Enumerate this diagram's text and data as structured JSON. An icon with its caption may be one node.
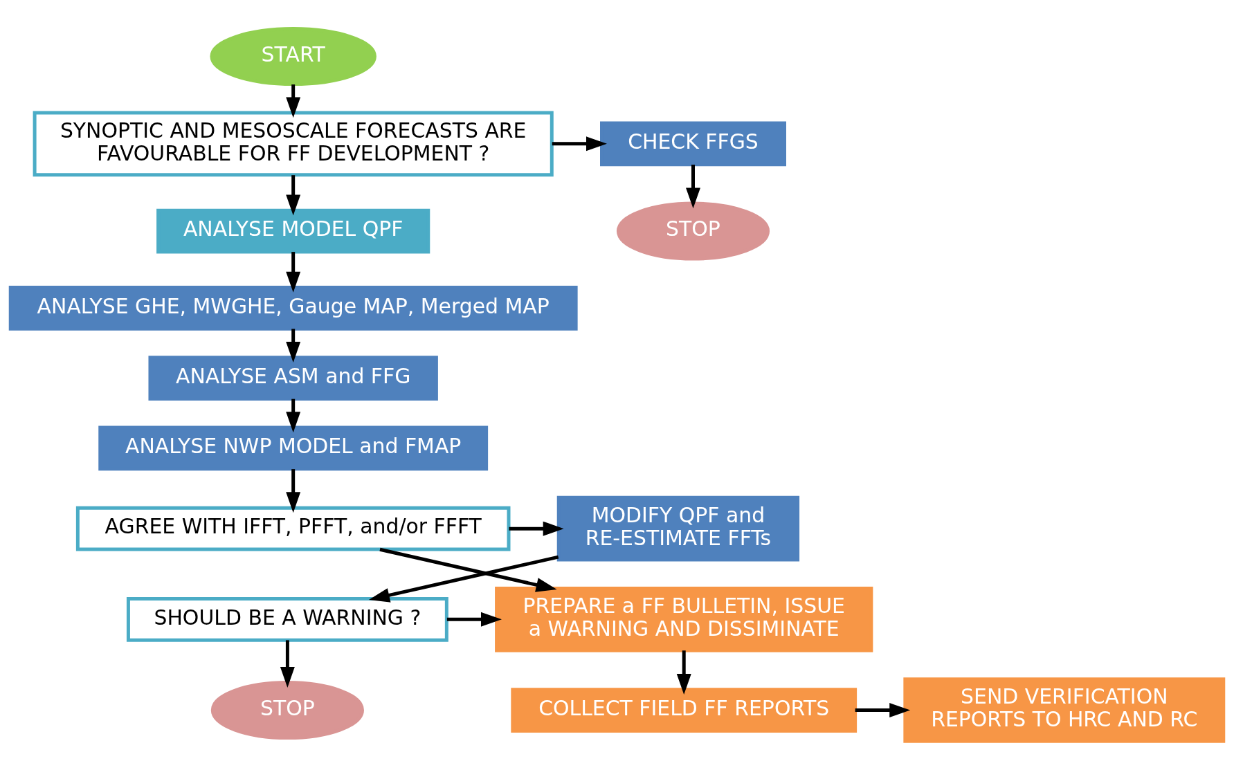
{
  "diagram": {
    "nodes": [
      {
        "text": [
          "START"
        ]
      },
      {
        "text": [
          "SYNOPTIC AND MESOSCALE FORECASTS ARE FAVOURABLE FOR FF DEVELOPMENT ?"
        ]
      },
      {
        "text": [
          "CHECK FFGS"
        ]
      },
      {
        "text": [
          "STOP"
        ]
      },
      {
        "text": [
          "ANALYSE MODEL QPF"
        ]
      },
      {
        "text": [
          "ANALYSE GHE, MWGHE, Gauge MAP, Merged MAP"
        ]
      },
      {
        "text": [
          "ANALYSE ASM and FFG"
        ]
      },
      {
        "text": [
          "ANALYSE NWP MODEL and FMAP"
        ]
      },
      {
        "text": [
          "AGREE WITH IFFT, PFFT, and/or FFFT"
        ]
      },
      {
        "text": [
          "MODIFY QPF and RE-ESTIMATE FFTs"
        ]
      },
      {
        "text": [
          "PREPARE a FF BULLETIN, ISSUE a WARNING AND DISSIMINATE"
        ]
      },
      {
        "text": [
          "SHOULD BE A WARNING ?"
        ]
      },
      {
        "text": [
          "STOP"
        ]
      },
      {
        "text": [
          "SEND VERIFICATION REPORTS TO HRC AND RC"
        ]
      },
      {
        "text": [
          "COLLECT FIELD FF REPORTS"
        ]
      }
    ],
    "edges": [
      {
        "from": 0,
        "to": 1,
        "arrow": "to"
      },
      {
        "from": 1,
        "to": 2,
        "arrow": "to"
      },
      {
        "from": 2,
        "to": 3,
        "arrow": "to"
      },
      {
        "from": 1,
        "to": 4,
        "arrow": "to"
      },
      {
        "from": 4,
        "to": 5,
        "arrow": "to"
      },
      {
        "from": 5,
        "to": 6,
        "arrow": "to"
      },
      {
        "from": 6,
        "to": 7,
        "arrow": "to"
      },
      {
        "from": 7,
        "to": 8,
        "arrow": "to"
      },
      {
        "from": 8,
        "to": 9,
        "arrow": "to"
      },
      {
        "from": 8,
        "to": 10,
        "arrow": "to"
      },
      {
        "from": 9,
        "to": 11,
        "arrow": "to"
      },
      {
        "from": 11,
        "to": 10,
        "arrow": "to"
      },
      {
        "from": 11,
        "to": 12,
        "arrow": "to"
      },
      {
        "from": 10,
        "to": 14,
        "arrow": "to"
      },
      {
        "from": 14,
        "to": 13,
        "arrow": "to"
      }
    ]
  }
}
